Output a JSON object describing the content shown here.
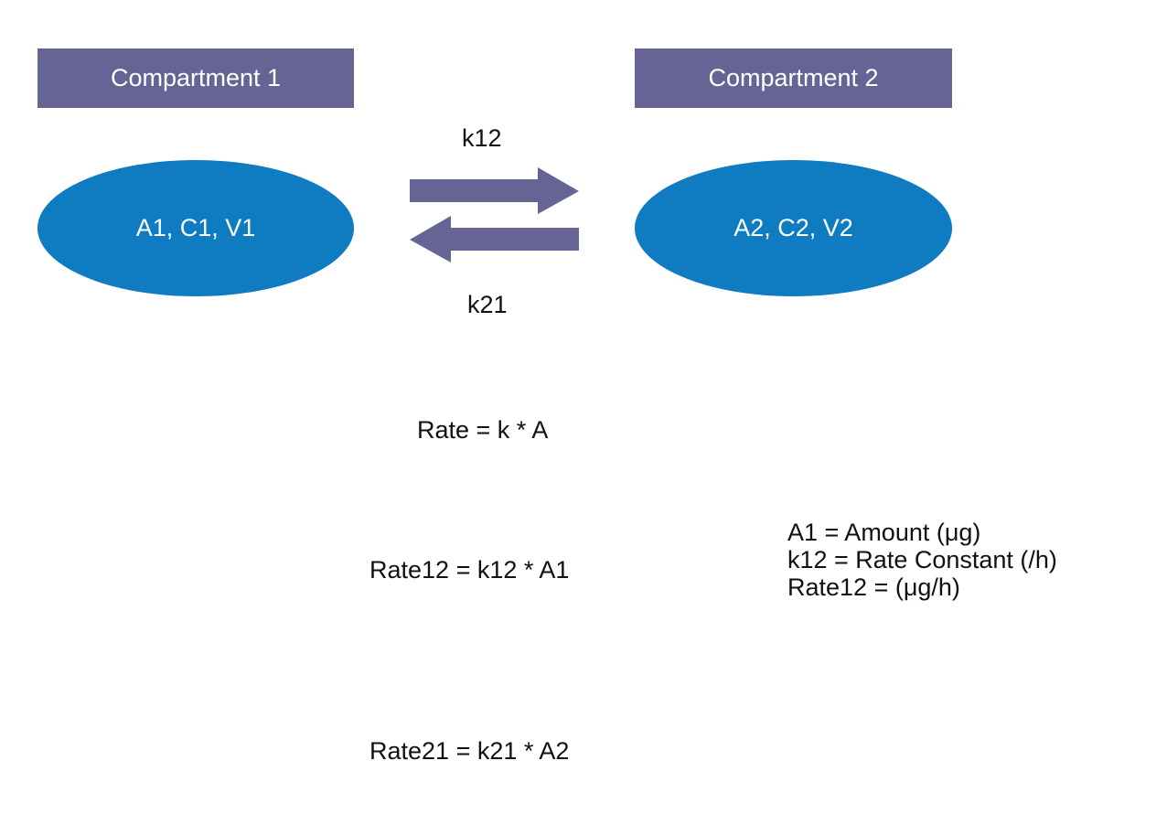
{
  "colors": {
    "header_fill": "#656494",
    "ellipse_fill": "#0f7bc1",
    "arrow_fill": "#656494",
    "text": "#111111"
  },
  "compartments": [
    {
      "title": "Compartment 1",
      "contents": "A1, C1, V1"
    },
    {
      "title": "Compartment 2",
      "contents": "A2, C2, V2"
    }
  ],
  "transfer": {
    "forward_label": "k12",
    "backward_label": "k21"
  },
  "equations": {
    "general": "Rate = k * A",
    "rate12": "Rate12 = k12 * A1",
    "rate21": "Rate21 = k21 * A2"
  },
  "definitions": [
    "A1 = Amount (μg)",
    "k12 = Rate Constant (/h)",
    "Rate12 = (μg/h)"
  ]
}
